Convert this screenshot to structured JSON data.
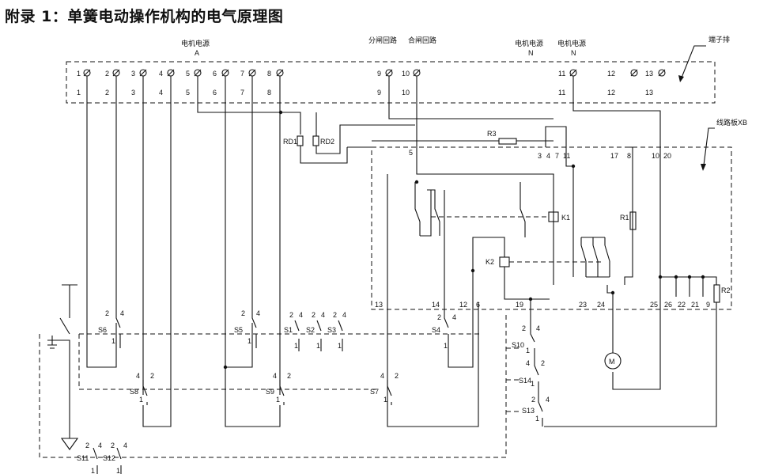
{
  "title": "附录 1：单簧电动操作机构的电气原理图",
  "labels": {
    "motor_supply_a": "电机电源",
    "phase_a": "A",
    "open_circuit": "分闸回路",
    "close_circuit": "合闸回路",
    "motor_supply_n1": "电机电源",
    "phase_n1": "N",
    "motor_supply_n2": "电机电源",
    "phase_n2": "N",
    "terminal_block": "端子排",
    "circuit_board": "线路板XB",
    "rd1": "RD1",
    "rd2": "RD2",
    "r1": "R1",
    "r2": "R2",
    "r3": "R3",
    "k1": "K1",
    "k2": "K2",
    "motor": "M",
    "s6": "S6",
    "s5": "S5",
    "s1": "S1",
    "s2": "S2",
    "s3": "S3",
    "s4": "S4",
    "s8": "S8",
    "s9": "S9",
    "s7": "S7",
    "s10": "S10",
    "s14": "S14",
    "s13": "S13",
    "s11": "S11",
    "s12": "S12",
    "c2": "2",
    "c4": "4",
    "c1": "1"
  },
  "terminals_top": [
    "1",
    "2",
    "3",
    "4",
    "5",
    "6",
    "7",
    "8",
    "9",
    "10",
    "11",
    "12",
    "13"
  ],
  "terminals_bottom": [
    "1",
    "2",
    "3",
    "4",
    "5",
    "6",
    "7",
    "8",
    "9",
    "10",
    "11",
    "12",
    "13"
  ],
  "board_top": [
    "5",
    "3",
    "4",
    "7",
    "11",
    "17",
    "8",
    "10",
    "20"
  ],
  "board_bottom": [
    "13",
    "14",
    "12",
    "6",
    "19",
    "23",
    "24",
    "25",
    "26",
    "22",
    "21",
    "9"
  ]
}
